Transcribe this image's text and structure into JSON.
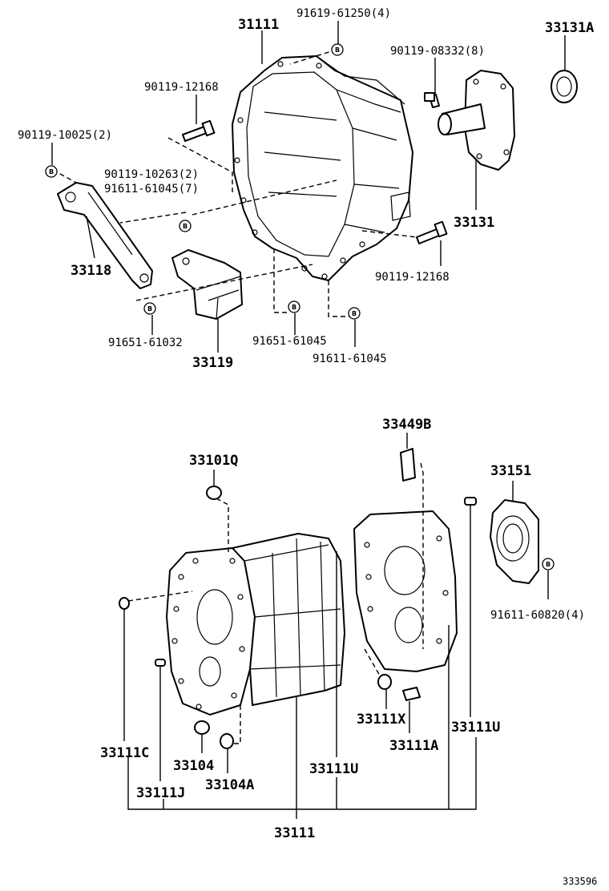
{
  "diagram_id": "333596",
  "badge_letter": "B",
  "labels": {
    "top_housing": "31111",
    "plug_91619": "91619-61250(4)",
    "oil_seal_a": "33131A",
    "bolt_90119_08332": "90119-08332(8)",
    "bolt_90119_12168_top": "90119-12168",
    "bolt_90119_10025": "90119-10025(2)",
    "bolt_90119_10263": "90119-10263(2)",
    "pin_91611_61045_7": "91611-61045(7)",
    "retainer_33131": "33131",
    "bracket_33118": "33118",
    "bolt_90119_12168_mid": "90119-12168",
    "bolt_91651_61032": "91651-61032",
    "bolt_91651_61045": "91651-61045",
    "pin_91611_61045": "91611-61045",
    "bracket_33119": "33119",
    "part_33449B": "33449B",
    "part_33101Q": "33101Q",
    "cover_33151": "33151",
    "bolt_91611_60820": "91611-60820(4)",
    "part_33111X": "33111X",
    "part_33111U_right": "33111U",
    "part_33111C": "33111C",
    "part_33104": "33104",
    "part_33111A": "33111A",
    "part_33104A": "33104A",
    "part_33111U_center": "33111U",
    "part_33111J": "33111J",
    "bottom_housing": "33111"
  }
}
